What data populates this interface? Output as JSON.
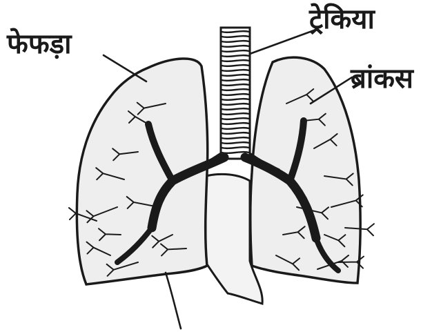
{
  "labels": {
    "lungs": "फेफड़ा",
    "trachea": "ट्रेकिया",
    "bronchus": "ब्रांकस"
  },
  "colors": {
    "ink": "#1a1a1a",
    "lung_fill": "#eeeeee",
    "heart_fill": "#f3f3f3",
    "background": "#ffffff"
  }
}
